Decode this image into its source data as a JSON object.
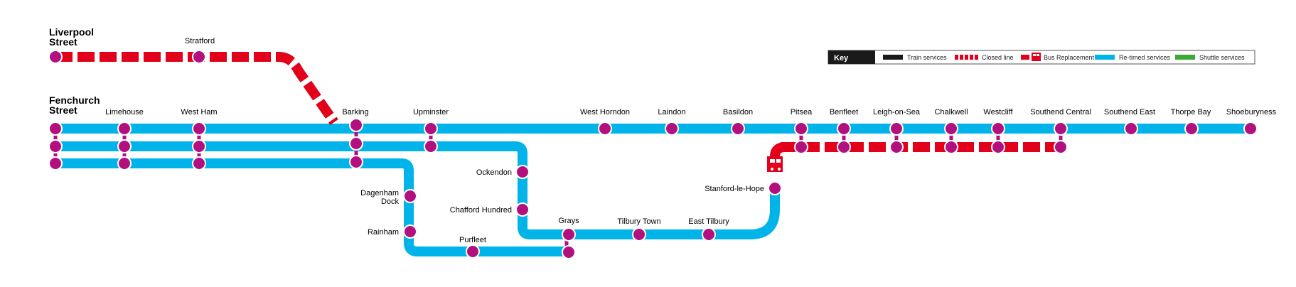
{
  "colors": {
    "retimed": "#00b4ea",
    "closed": "#e2001a",
    "station": "#b2107f",
    "train": "#1a1a1a",
    "shuttle": "#3aaa35"
  },
  "terminals": {
    "liverpool": [
      "Liverpool",
      "Street"
    ],
    "fenchurch": [
      "Fenchurch",
      "Street"
    ]
  },
  "stations": {
    "stratford": "Stratford",
    "limehouse": "Limehouse",
    "west_ham": "West Ham",
    "barking": "Barking",
    "upminster": "Upminster",
    "west_horndon": "West Horndon",
    "laindon": "Laindon",
    "basildon": "Basildon",
    "pitsea": "Pitsea",
    "benfleet": "Benfleet",
    "leigh_on_sea": "Leigh-on-Sea",
    "chalkwell": "Chalkwell",
    "westcliff": "Westcliff",
    "southend_central": "Southend Central",
    "southend_east": "Southend East",
    "thorpe_bay": "Thorpe Bay",
    "shoeburyness": "Shoeburyness",
    "ockendon": "Ockendon",
    "chafford_hundred": "Chafford Hundred",
    "dagenham_dock": [
      "Dagenham",
      "Dock"
    ],
    "rainham": "Rainham",
    "purfleet": "Purfleet",
    "grays": "Grays",
    "tilbury_town": "Tilbury Town",
    "east_tilbury": "East Tilbury",
    "stanford_le_hope": "Stanford-le-Hope"
  },
  "key": {
    "title": "Key",
    "items": [
      {
        "name": "train",
        "label": "Train services"
      },
      {
        "name": "closed",
        "label": "Closed line"
      },
      {
        "name": "bus",
        "label": "Bus Replacement"
      },
      {
        "name": "retimed",
        "label": "Re-timed services"
      },
      {
        "name": "shuttle",
        "label": "Shuttle services"
      }
    ]
  }
}
